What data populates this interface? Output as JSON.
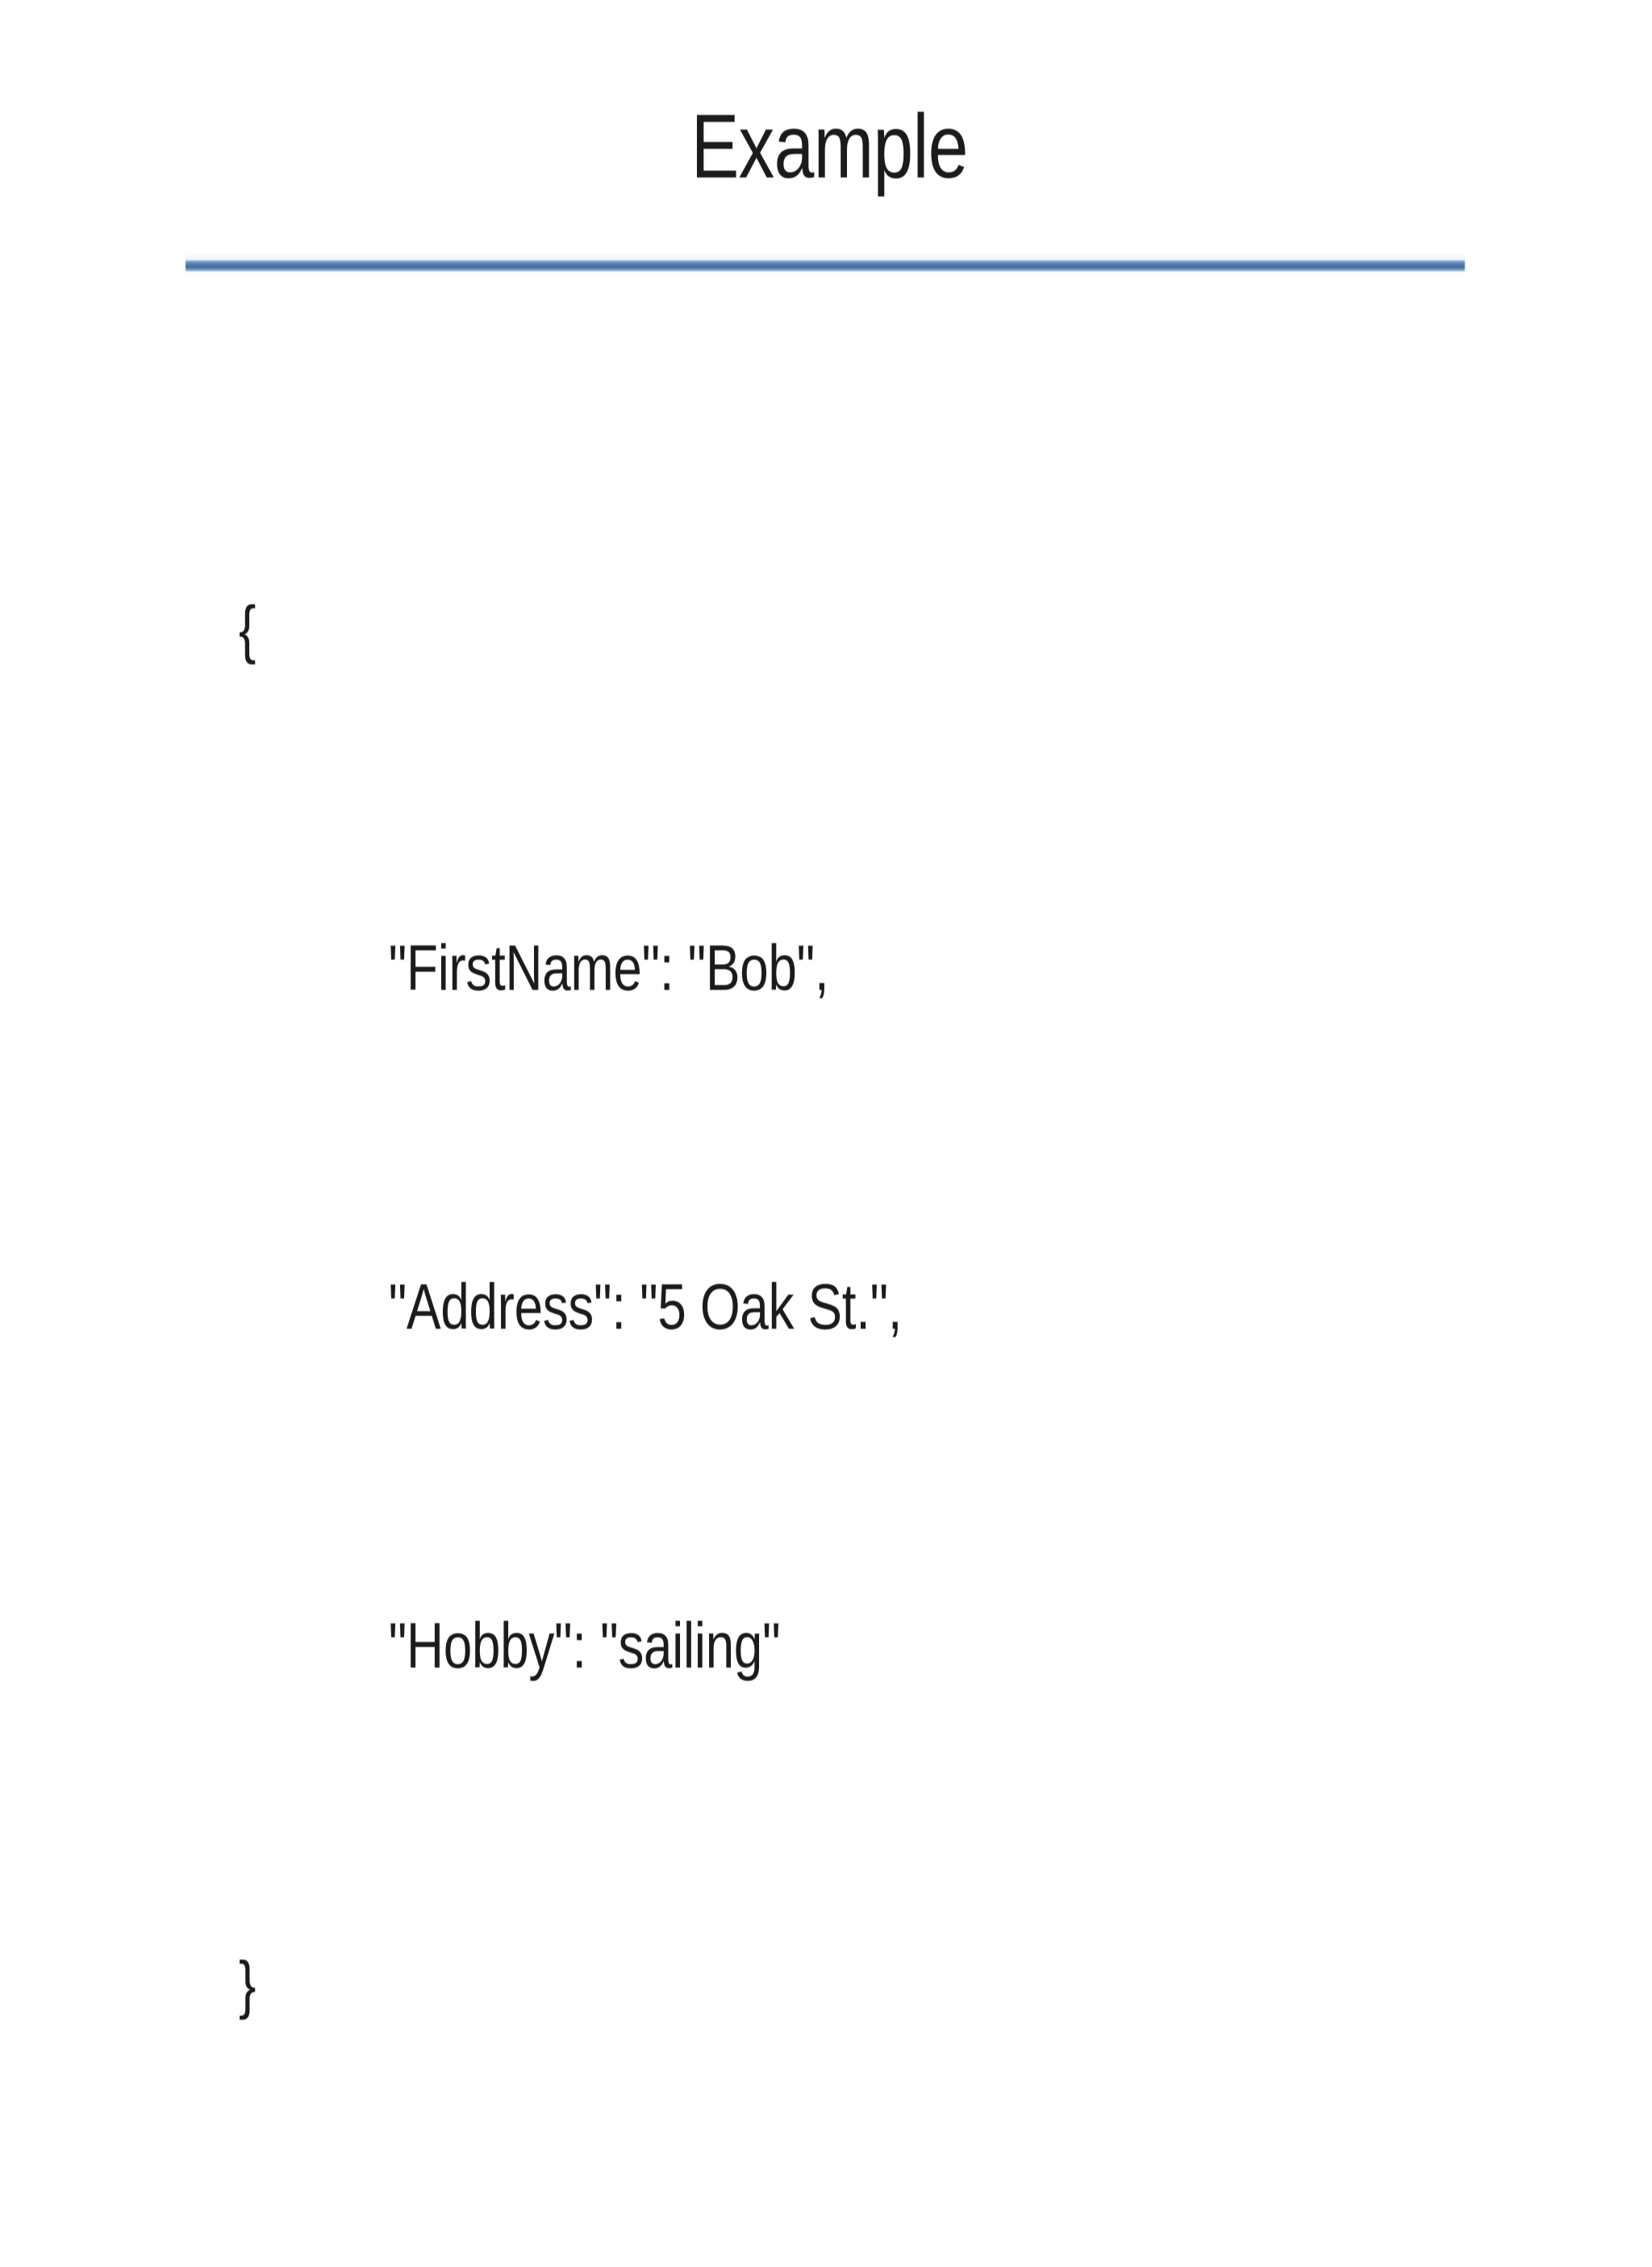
{
  "slide": {
    "title": "Example",
    "background_color": "#ffffff",
    "text_color": "#1b1b1b"
  },
  "divider": {
    "accent_color": "#4f7cb0",
    "highlight_color": "#7ba0c8"
  },
  "code": {
    "language": "json",
    "lines": [
      {
        "text": "{",
        "indent": false
      },
      {
        "text": "\"FirstName\": \"Bob\",",
        "indent": true
      },
      {
        "text": "\"Address\": \"5 Oak St.\",",
        "indent": true
      },
      {
        "text": "\"Hobby\": \"sailing\"",
        "indent": true
      },
      {
        "text": "}",
        "indent": false
      }
    ],
    "object": {
      "FirstName": "Bob",
      "Address": "5 Oak St.",
      "Hobby": "sailing"
    }
  }
}
